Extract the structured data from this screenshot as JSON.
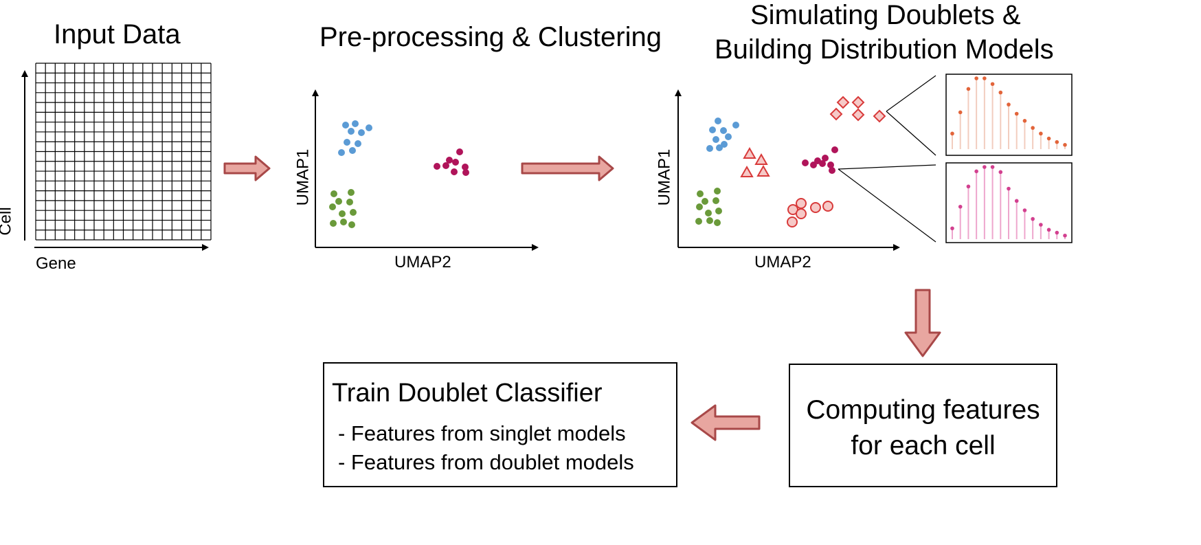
{
  "colors": {
    "blue": "#5b9bd5",
    "green": "#6a9a3a",
    "magenta": "#b0145a",
    "red_outline": "#d83a3a",
    "red_fill": "#f6c9c7",
    "arrow_fill": "#e8a6a0",
    "arrow_stroke": "#a84848",
    "orange": "#e2643a",
    "orange_light": "#f2cdbf",
    "pink": "#d2408f",
    "pink_light": "#eea6cd"
  },
  "stages": {
    "input": {
      "title": "Input Data",
      "x_axis": "Gene",
      "y_axis": "Cell"
    },
    "preprocess": {
      "title": "Pre-processing & Clustering",
      "x_axis": "UMAP2",
      "y_axis": "UMAP1"
    },
    "simulate": {
      "title_line1": "Simulating Doublets &",
      "title_line2": "Building Distribution Models",
      "x_axis": "UMAP2",
      "y_axis": "UMAP1"
    },
    "compute": {
      "line1": "Computing features",
      "line2": "for each cell"
    },
    "train": {
      "title": "Train Doublet Classifier",
      "item1": "- Features from singlet models",
      "item2": "- Features from doublet models"
    }
  },
  "models": {
    "top": {
      "color_name": "orange",
      "relative_heights": [
        0.22,
        0.52,
        0.85,
        1.0,
        1.0,
        0.92,
        0.8,
        0.63,
        0.5,
        0.4,
        0.3,
        0.22,
        0.15,
        0.1,
        0.06
      ]
    },
    "bottom": {
      "color_name": "pink",
      "relative_heights": [
        0.15,
        0.45,
        0.73,
        0.94,
        1.0,
        1.0,
        0.93,
        0.7,
        0.53,
        0.4,
        0.28,
        0.2,
        0.13,
        0.09,
        0.05
      ]
    }
  }
}
